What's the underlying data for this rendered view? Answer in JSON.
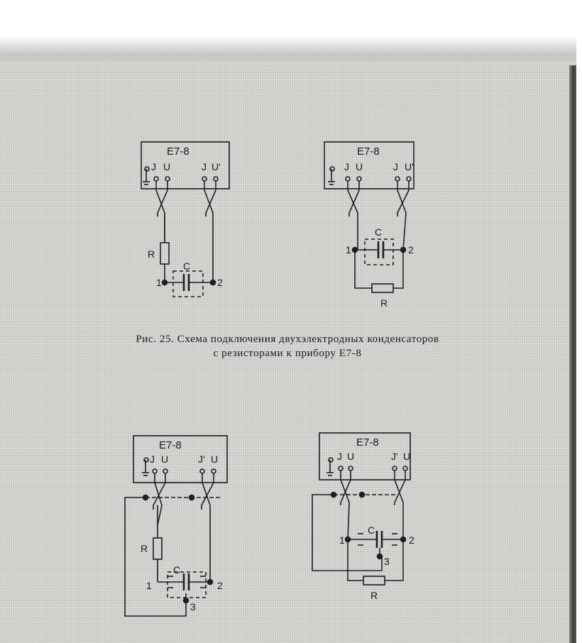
{
  "device": {
    "name": "E7-8"
  },
  "terminals": {
    "i": "J",
    "u": "U",
    "i2": "J'",
    "u2": "U'",
    "i2_alt": "J",
    "u2_alt": "U"
  },
  "components": {
    "capacitor": "C",
    "resistor": "R"
  },
  "nodes": {
    "n1": "1",
    "n2": "2",
    "n3": "3"
  },
  "caption": {
    "line1": "Рис. 25. Схема подключения двухэлектродных конденсаторов",
    "line2": "с резисторами к прибору Е7-8"
  }
}
